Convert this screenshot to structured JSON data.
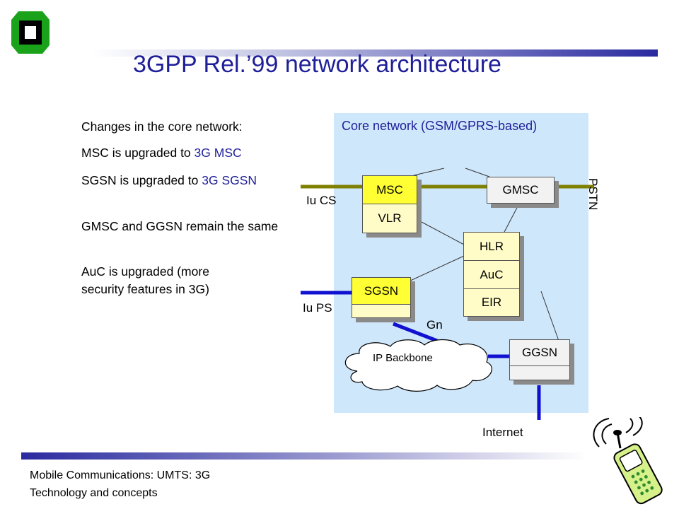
{
  "title": "3GPP Rel.’99 network architecture",
  "bullets": {
    "b1": "Changes in the core network:",
    "b2_pre": "MSC is upgraded to ",
    "b2_hl": "3G MSC",
    "b3_pre": "SGSN is upgraded to ",
    "b3_hl": "3G SGSN",
    "b4": "GMSC and GGSN remain the same",
    "b5": "AuC is upgraded (more security features in 3G)"
  },
  "diagram": {
    "core_label": "Core network (GSM/GPRS-based)",
    "msc": "MSC",
    "vlr": "VLR",
    "gmsc": "GMSC",
    "hlr": "HLR",
    "auc": "AuC",
    "eir": "EIR",
    "sgsn": "SGSN",
    "ggsn": "GGSN",
    "ip_backbone": "IP Backbone",
    "iu_cs": "Iu CS",
    "iu_ps": "Iu PS",
    "gn": "Gn",
    "pstn": "PSTN",
    "internet": "Internet"
  },
  "colors": {
    "core_bg": "#cfe7fb",
    "yellow": "#ffff33",
    "olive_line": "#808000",
    "ps_line": "#1010d0",
    "title": "#1f1f99"
  },
  "footer": {
    "line1": "Mobile Communications: UMTS: 3G",
    "line2": "Technology and concepts"
  }
}
